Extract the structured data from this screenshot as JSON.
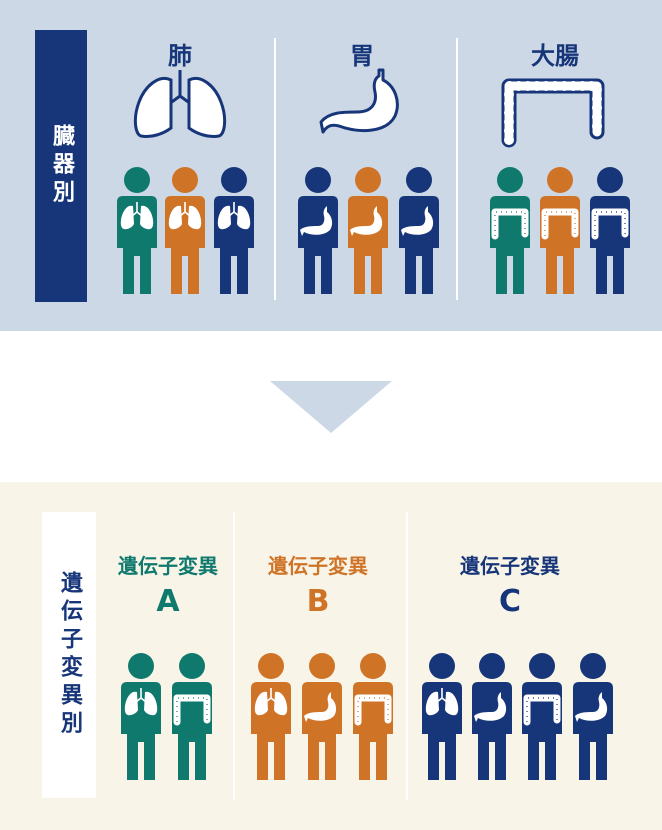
{
  "colors": {
    "navy": "#17367a",
    "teal": "#10796e",
    "orange": "#cf7427",
    "top_bg": "#cdd8e6",
    "bottom_bg": "#f8f4e8"
  },
  "top": {
    "side_label": "臓器別",
    "columns": [
      {
        "title": "肺",
        "organ_icon": "lung-icon"
      },
      {
        "title": "胃",
        "organ_icon": "stomach-icon"
      },
      {
        "title": "大腸",
        "organ_icon": "colon-icon"
      }
    ]
  },
  "arrow_icon": "down-triangle-icon",
  "bottom": {
    "side_label": "遺伝子変異別",
    "columns": [
      {
        "title": "遺伝子変異",
        "letter": "A",
        "color": "#10796e"
      },
      {
        "title": "遺伝子変異",
        "letter": "B",
        "color": "#cf7427"
      },
      {
        "title": "遺伝子変異",
        "letter": "C",
        "color": "#17367a"
      }
    ]
  }
}
